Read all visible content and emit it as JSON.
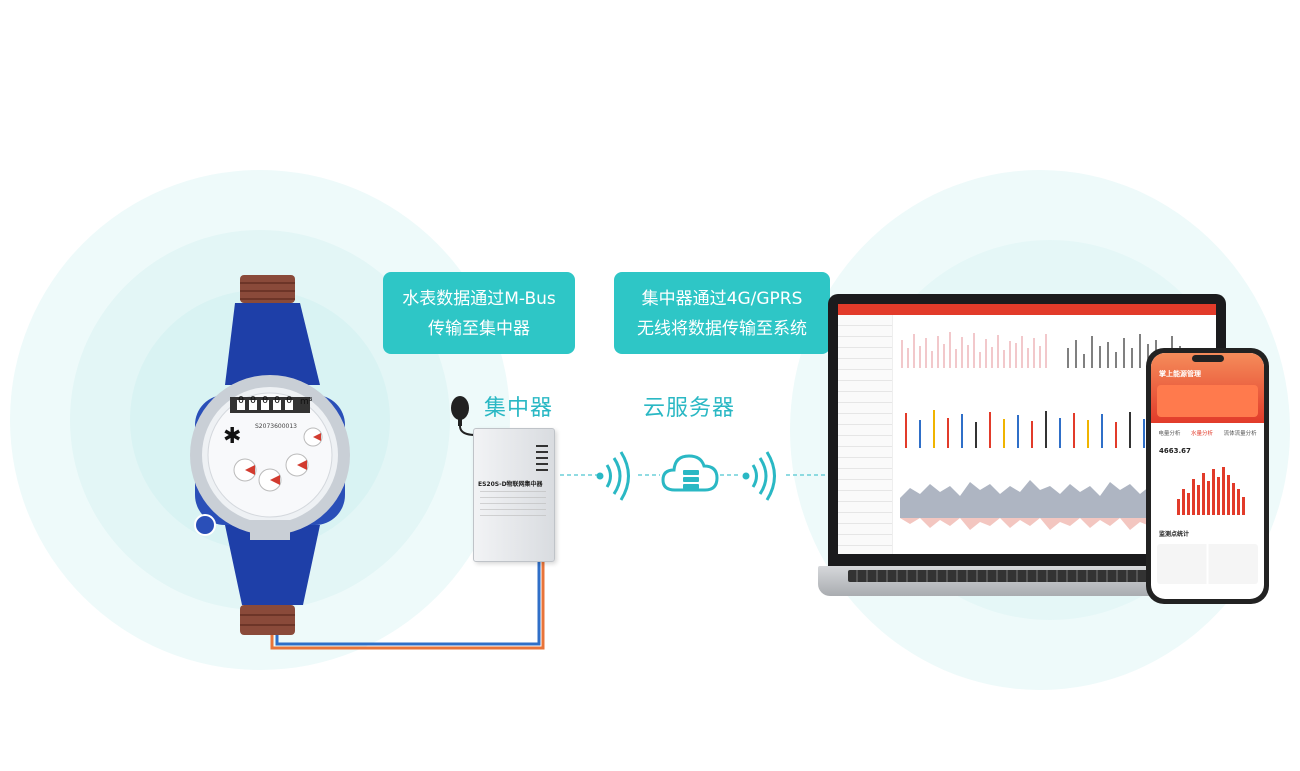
{
  "callouts": {
    "meter_to_hub_line1": "水表数据通过M-Bus",
    "meter_to_hub_line2": "传输至集中器",
    "hub_to_cloud_line1": "集中器通过4G/GPRS",
    "hub_to_cloud_line2": "无线将数据传输至系统"
  },
  "labels": {
    "concentrator": "集中器",
    "cloud_server": "云服务器"
  },
  "device": {
    "model": "ES20S-D物联网集中器"
  },
  "meter": {
    "reading": "0 0 0 0 0",
    "unit": "m³",
    "serial": "S2073600013"
  },
  "phone": {
    "app_title": "掌上能源管理",
    "tabs": [
      "电量分析",
      "水量分析",
      "流体流量分析"
    ],
    "value": "4663.67",
    "section_title": "监测点统计"
  },
  "colors": {
    "accent": "#2ec6c6",
    "label": "#2ab8c4",
    "halo": "#e8f8f8",
    "dashboard_red": "#e23b2a"
  }
}
